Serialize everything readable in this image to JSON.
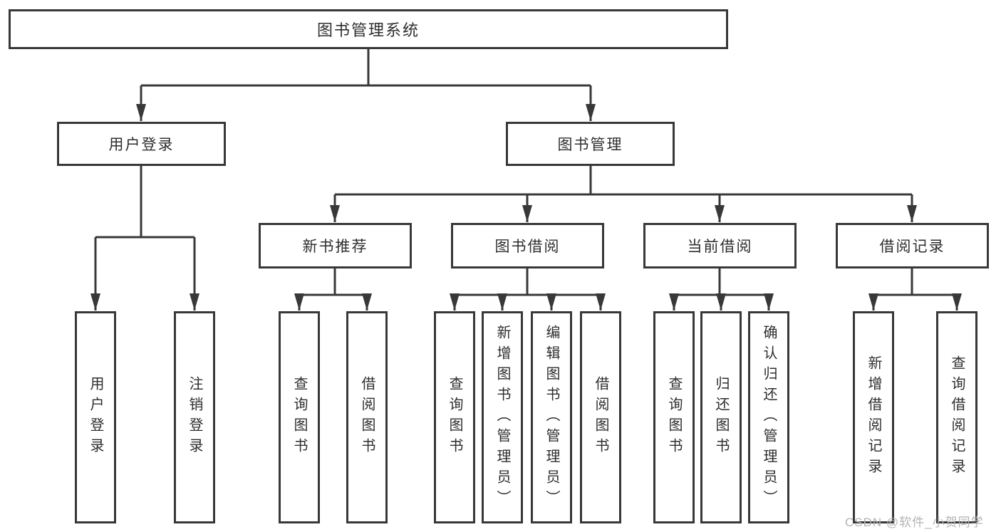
{
  "watermark": "CSDN @软件_小贺同学",
  "colors": {
    "line": "#383838",
    "text": "#2e2e2e",
    "watermark": "#b3b3b3"
  },
  "tree": {
    "label": "图书管理系统",
    "children": [
      {
        "label": "用户登录",
        "children": [
          {
            "label": "用户登录"
          },
          {
            "label": "注销登录"
          }
        ]
      },
      {
        "label": "图书管理",
        "children": [
          {
            "label": "新书推荐",
            "children": [
              {
                "label": "查询图书"
              },
              {
                "label": "借阅图书"
              }
            ]
          },
          {
            "label": "图书借阅",
            "children": [
              {
                "label": "查询图书"
              },
              {
                "label": "新增图书（管理员）"
              },
              {
                "label": "编辑图书（管理员）"
              },
              {
                "label": "借阅图书"
              }
            ]
          },
          {
            "label": "当前借阅",
            "children": [
              {
                "label": "查询图书"
              },
              {
                "label": "归还图书"
              },
              {
                "label": "确认归还（管理员）"
              }
            ]
          },
          {
            "label": "借阅记录",
            "children": [
              {
                "label": "新增借阅记录"
              },
              {
                "label": "查询借阅记录"
              }
            ]
          }
        ]
      }
    ]
  }
}
